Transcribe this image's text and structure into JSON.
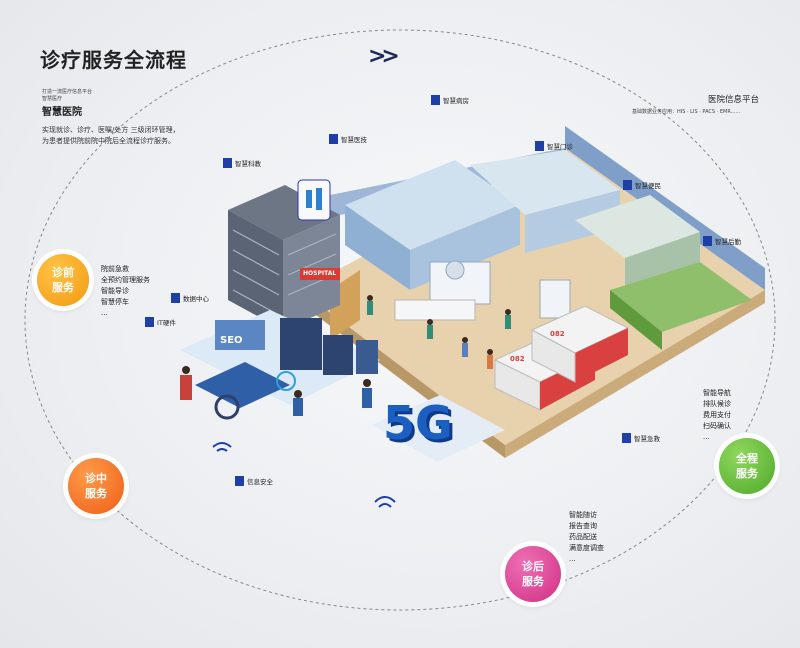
{
  "title": "诊疗服务全流程",
  "chevron": ">>",
  "intro": {
    "small_lines": [
      "打造一流医疗信息平台",
      "智慧医疗"
    ],
    "name": "智慧医院",
    "desc_lines": [
      "实现就诊、诊疗、医嘱/处方 三级闭环管理，",
      "为患者提供院前院中院后全流程诊疗服务。"
    ]
  },
  "platform": {
    "title": "医院信息平台",
    "subtitle": "基础数据业务应用：HIS · LIS · PACS · EMR......"
  },
  "labels": {
    "ward": "智慧病房",
    "medtech": "智慧医技",
    "outpatient": "智慧门诊",
    "dept": "智慧科教",
    "convenience": "智慧便民",
    "logistics": "智慧后勤",
    "datacenter": "数据中心",
    "it": "IT硬件",
    "emergency": "智慧急救",
    "security": "信息安全"
  },
  "building_sign": "HOSPITAL",
  "tech_5g": "5G",
  "ambulance_text": "082",
  "screen_text": "SEO",
  "stages": {
    "pre": {
      "line1": "诊前",
      "line2": "服务",
      "items": [
        "院前急救",
        "全预约管理服务",
        "智能导诊",
        "智慧停车",
        "..."
      ]
    },
    "mid": {
      "line1": "诊中",
      "line2": "服务"
    },
    "post": {
      "line1": "诊后",
      "line2": "服务",
      "items": [
        "智能随访",
        "报告查询",
        "药品配送",
        "满意度调查",
        "..."
      ]
    },
    "full": {
      "line1": "全程",
      "line2": "服务",
      "items": [
        "智能导航",
        "排队候诊",
        "费用支付",
        "扫码确认",
        "..."
      ]
    }
  },
  "colors": {
    "pre": "#f7a11a",
    "mid": "#f2701f",
    "post": "#d9388f",
    "full": "#5fb93a",
    "accent": "#1f3fa8"
  }
}
